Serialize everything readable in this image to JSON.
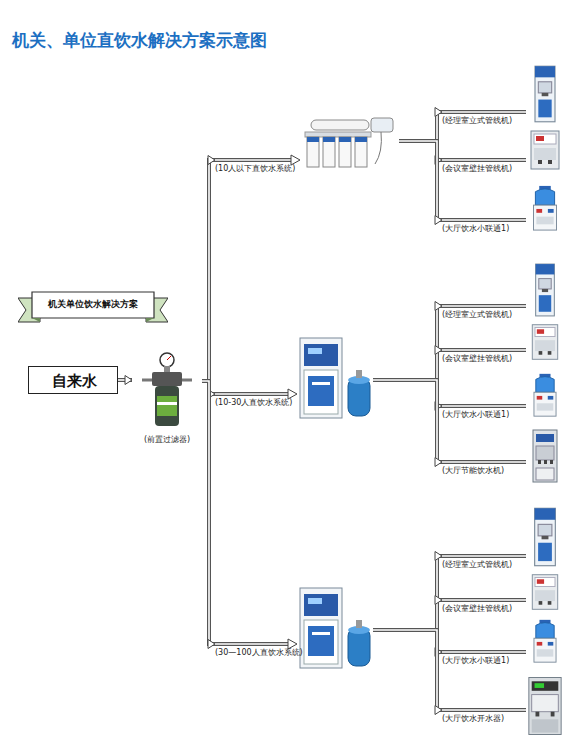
{
  "diagram": {
    "title": "机关、单位直饮水解决方案示意图",
    "nodes": [
      {
        "text": [
          "机关单位饮水解决方案"
        ]
      },
      {
        "text": [
          "自来水"
        ]
      },
      {
        "text": [
          "(前置过滤器)"
        ]
      },
      {
        "text": [
          "(10人以下直饮水系统)"
        ]
      },
      {
        "text": [
          "(经理室立式管线机)"
        ]
      },
      {
        "text": [
          "(会议室壁挂管线机)"
        ]
      },
      {
        "text": [
          "(大厅饮水小联通1)"
        ]
      },
      {
        "text": [
          "(10-30人直饮水系统)"
        ]
      },
      {
        "text": [
          "(经理室立式管线机)"
        ]
      },
      {
        "text": [
          "(会议室壁挂管线机)"
        ]
      },
      {
        "text": [
          "(大厅饮水小联通1)"
        ]
      },
      {
        "text": [
          "(大厅节能饮水机)"
        ]
      },
      {
        "text": [
          "(30—100人直饮水系统)"
        ]
      },
      {
        "text": [
          "(经理室立式管线机)"
        ]
      },
      {
        "text": [
          "(会议室壁挂管线机)"
        ]
      },
      {
        "text": [
          "(大厅饮水小联通1)"
        ]
      },
      {
        "text": [
          "(大厅饮水开水器)"
        ]
      }
    ],
    "edges": [
      {
        "from": 1,
        "to": 2,
        "arrow": "to"
      },
      {
        "from": 2,
        "to": 3,
        "arrow": "to"
      },
      {
        "from": 2,
        "to": 7,
        "arrow": "to"
      },
      {
        "from": 2,
        "to": 12,
        "arrow": "to"
      },
      {
        "from": 3,
        "to": 4,
        "arrow": "to"
      },
      {
        "from": 3,
        "to": 5,
        "arrow": "to"
      },
      {
        "from": 3,
        "to": 6,
        "arrow": "to"
      },
      {
        "from": 7,
        "to": 8,
        "arrow": "to"
      },
      {
        "from": 7,
        "to": 9,
        "arrow": "to"
      },
      {
        "from": 7,
        "to": 10,
        "arrow": "to"
      },
      {
        "from": 7,
        "to": 11,
        "arrow": "to"
      },
      {
        "from": 12,
        "to": 13,
        "arrow": "to"
      },
      {
        "from": 12,
        "to": 14,
        "arrow": "to"
      },
      {
        "from": 12,
        "to": 15,
        "arrow": "to"
      },
      {
        "from": 12,
        "to": 16,
        "arrow": "to"
      }
    ]
  }
}
